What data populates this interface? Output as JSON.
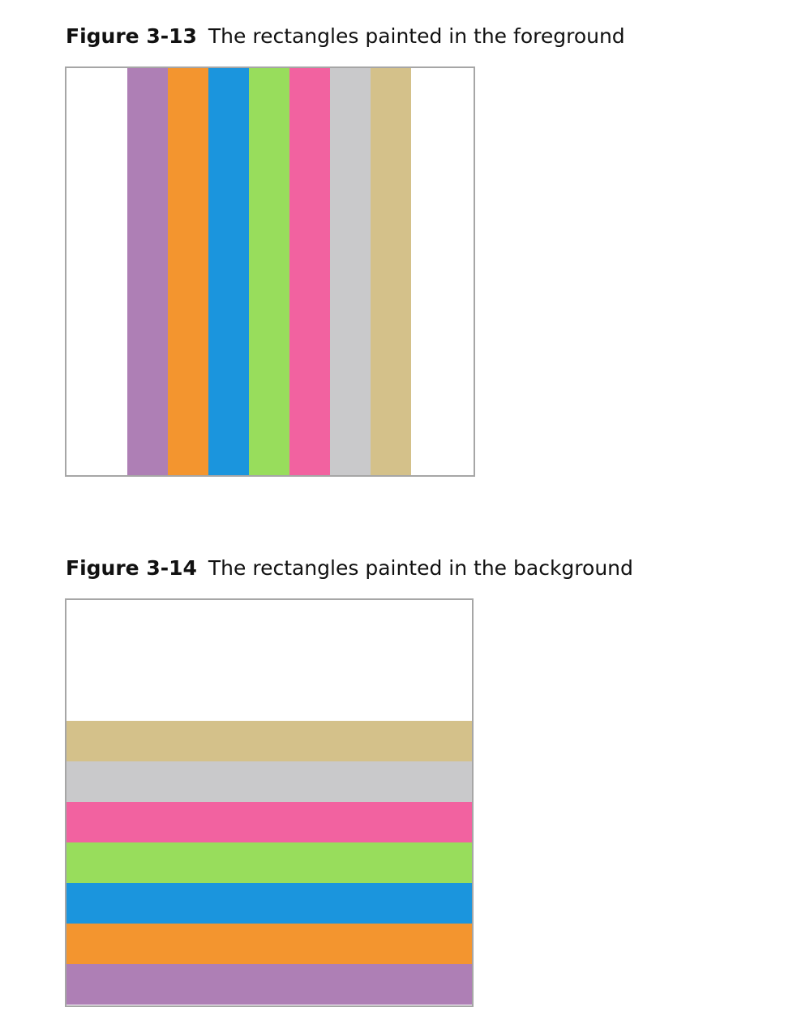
{
  "figures": [
    {
      "number": "Figure 3-13",
      "title": "The rectangles painted in the foreground",
      "orientation": "vertical",
      "stripes": [
        "#ae7fb5",
        "#f3952f",
        "#1b95dd",
        "#98dd5c",
        "#f262a0",
        "#c9c9cb",
        "#d4c18a"
      ]
    },
    {
      "number": "Figure 3-14",
      "title": "The rectangles painted in the background",
      "orientation": "horizontal",
      "stripes": [
        "#d4c18a",
        "#c9c9cb",
        "#f262a0",
        "#98dd5c",
        "#1b95dd",
        "#f3952f",
        "#ae7fb5"
      ]
    }
  ]
}
